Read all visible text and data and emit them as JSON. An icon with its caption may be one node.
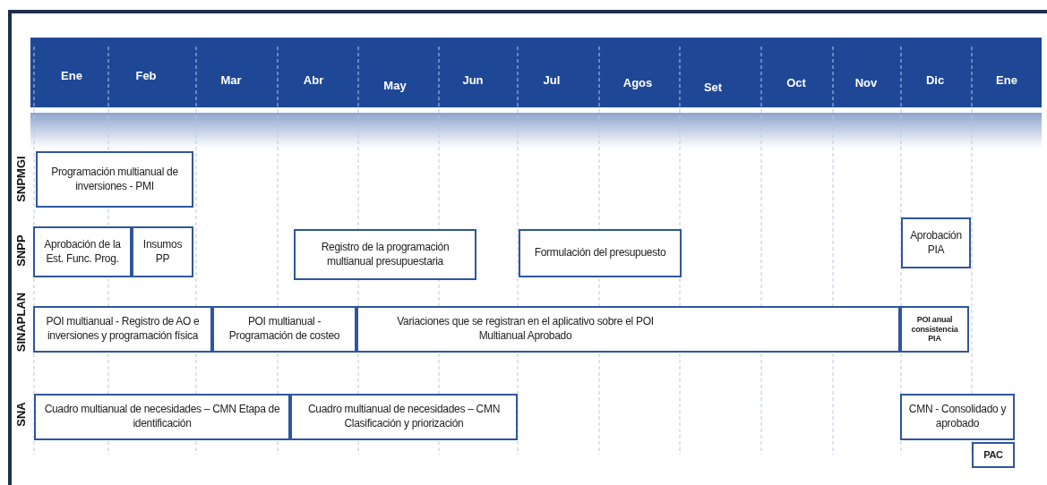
{
  "diagram": {
    "nodes": [
      {
        "text": [
          "Programación multianual de inversiones - PMI"
        ]
      },
      {
        "text": [
          "Aprobación de la Est. Func. Prog."
        ]
      },
      {
        "text": [
          "Insumos PP"
        ]
      },
      {
        "text": [
          "Registro de la programación multianual presupuestaria"
        ]
      },
      {
        "text": [
          "Formulación  del  presupuesto"
        ]
      },
      {
        "text": [
          "Aprobación PIA"
        ]
      },
      {
        "text": [
          "POI multianual - Registro de AO e inversiones y programación física"
        ]
      },
      {
        "text": [
          "POI multianual - Programación de costeo"
        ]
      },
      {
        "text": [
          "Variaciones que se registran en el aplicativo sobre el POI Multianual Aprobado"
        ]
      },
      {
        "text": [
          "POI anual consistencia PIA"
        ]
      },
      {
        "text": [
          "Cuadro multianual de necesidades – CMN Etapa de identificación"
        ]
      },
      {
        "text": [
          "Cuadro multianual de necesidades – CMN Clasificación y priorización"
        ]
      },
      {
        "text": [
          "CMN - Consolidado y aprobado"
        ]
      },
      {
        "text": [
          "PAC"
        ]
      }
    ],
    "edges": [],
    "labels": [
      "Ene",
      "Feb",
      "Mar",
      "Abr",
      "May",
      "Jun",
      "Jul",
      "Agos",
      "Set",
      "Oct",
      "Nov",
      "Dic",
      "Ene",
      "SNPMGI",
      "SNPP",
      "SINAPLAN",
      "SNA"
    ]
  }
}
